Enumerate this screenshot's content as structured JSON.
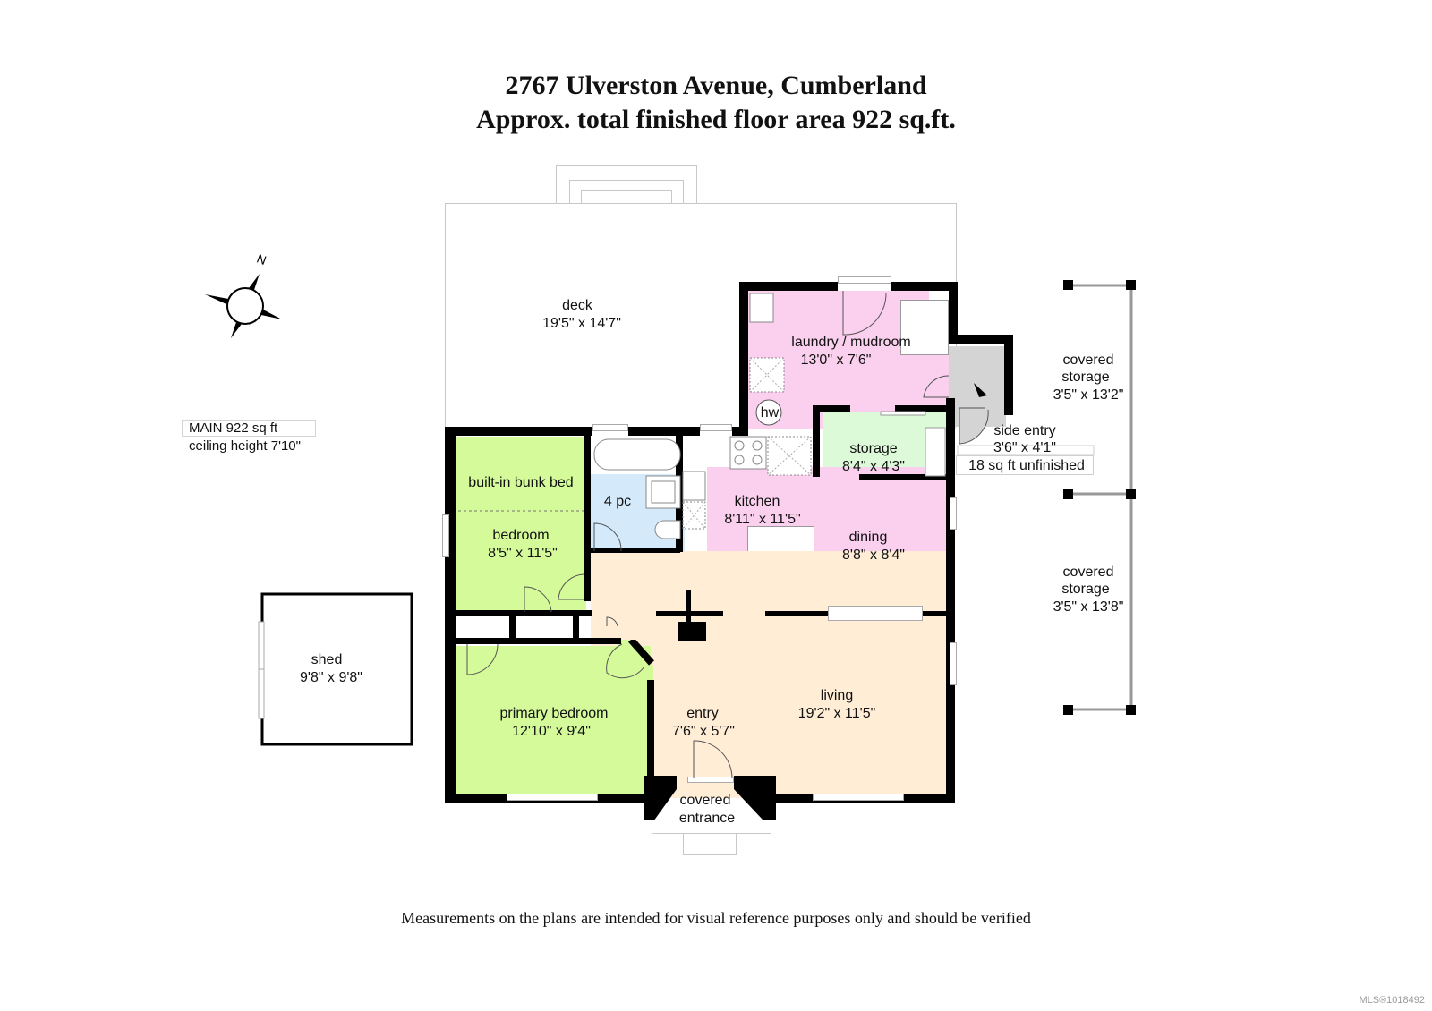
{
  "header": {
    "address": "2767 Ulverston Avenue, Cumberland",
    "area_summary": "Approx. total finished floor area 922 sq.ft."
  },
  "legend": {
    "compass_label": "N",
    "level_label": "MAIN   922 sq ft",
    "ceiling_height": "ceiling height 7'10\""
  },
  "colors": {
    "bedroom_green": "#d4fa9a",
    "wet_area_pink": "#fbd0ee",
    "living_peach": "#ffedd6",
    "bath_blue": "#d4eafb",
    "storage_green": "#dcfad7",
    "side_entry_gray": "#d4d4d4",
    "wall": "#000000"
  },
  "rooms": {
    "deck": {
      "name": "deck",
      "size": "19'5\" x 14'7\""
    },
    "laundry": {
      "name": "laundry /  mudroom",
      "size": "13'0\" x 7'6\"",
      "fixture": "hw"
    },
    "storage": {
      "name": "storage",
      "size": "8'4\" x 4'3\""
    },
    "side_entry": {
      "name": "side entry",
      "size": "3'6\" x 4'1\"",
      "note": "18 sq ft unfinished"
    },
    "covered_storage_1": {
      "name1": "covered",
      "name2": "storage",
      "size": "3'5\" x 13'2\""
    },
    "covered_storage_2": {
      "name1": "covered",
      "name2": "storage",
      "size": "3'5\" x 13'8\""
    },
    "bunk": {
      "name": "built-in bunk bed"
    },
    "bedroom": {
      "name": "bedroom",
      "size": "8'5\" x 11'5\""
    },
    "bath": {
      "name": "4 pc"
    },
    "kitchen": {
      "name": "kitchen",
      "size": "8'11\" x 11'5\""
    },
    "dining": {
      "name": "dining",
      "size": "8'8\" x 8'4\""
    },
    "shed": {
      "name": "shed",
      "size": "9'8\" x 9'8\""
    },
    "primary": {
      "name": "primary bedroom",
      "size": "12'10\" x 9'4\""
    },
    "entry": {
      "name": "entry",
      "size": "7'6\" x 5'7\""
    },
    "living": {
      "name": "living",
      "size": "19'2\" x 11'5\""
    },
    "covered_entrance": {
      "name1": "covered",
      "name2": "entrance"
    }
  },
  "footer": {
    "disclaimer": "Measurements on the plans are intended for visual reference purposes only and should be verified",
    "mls": "MLS®1018492"
  }
}
